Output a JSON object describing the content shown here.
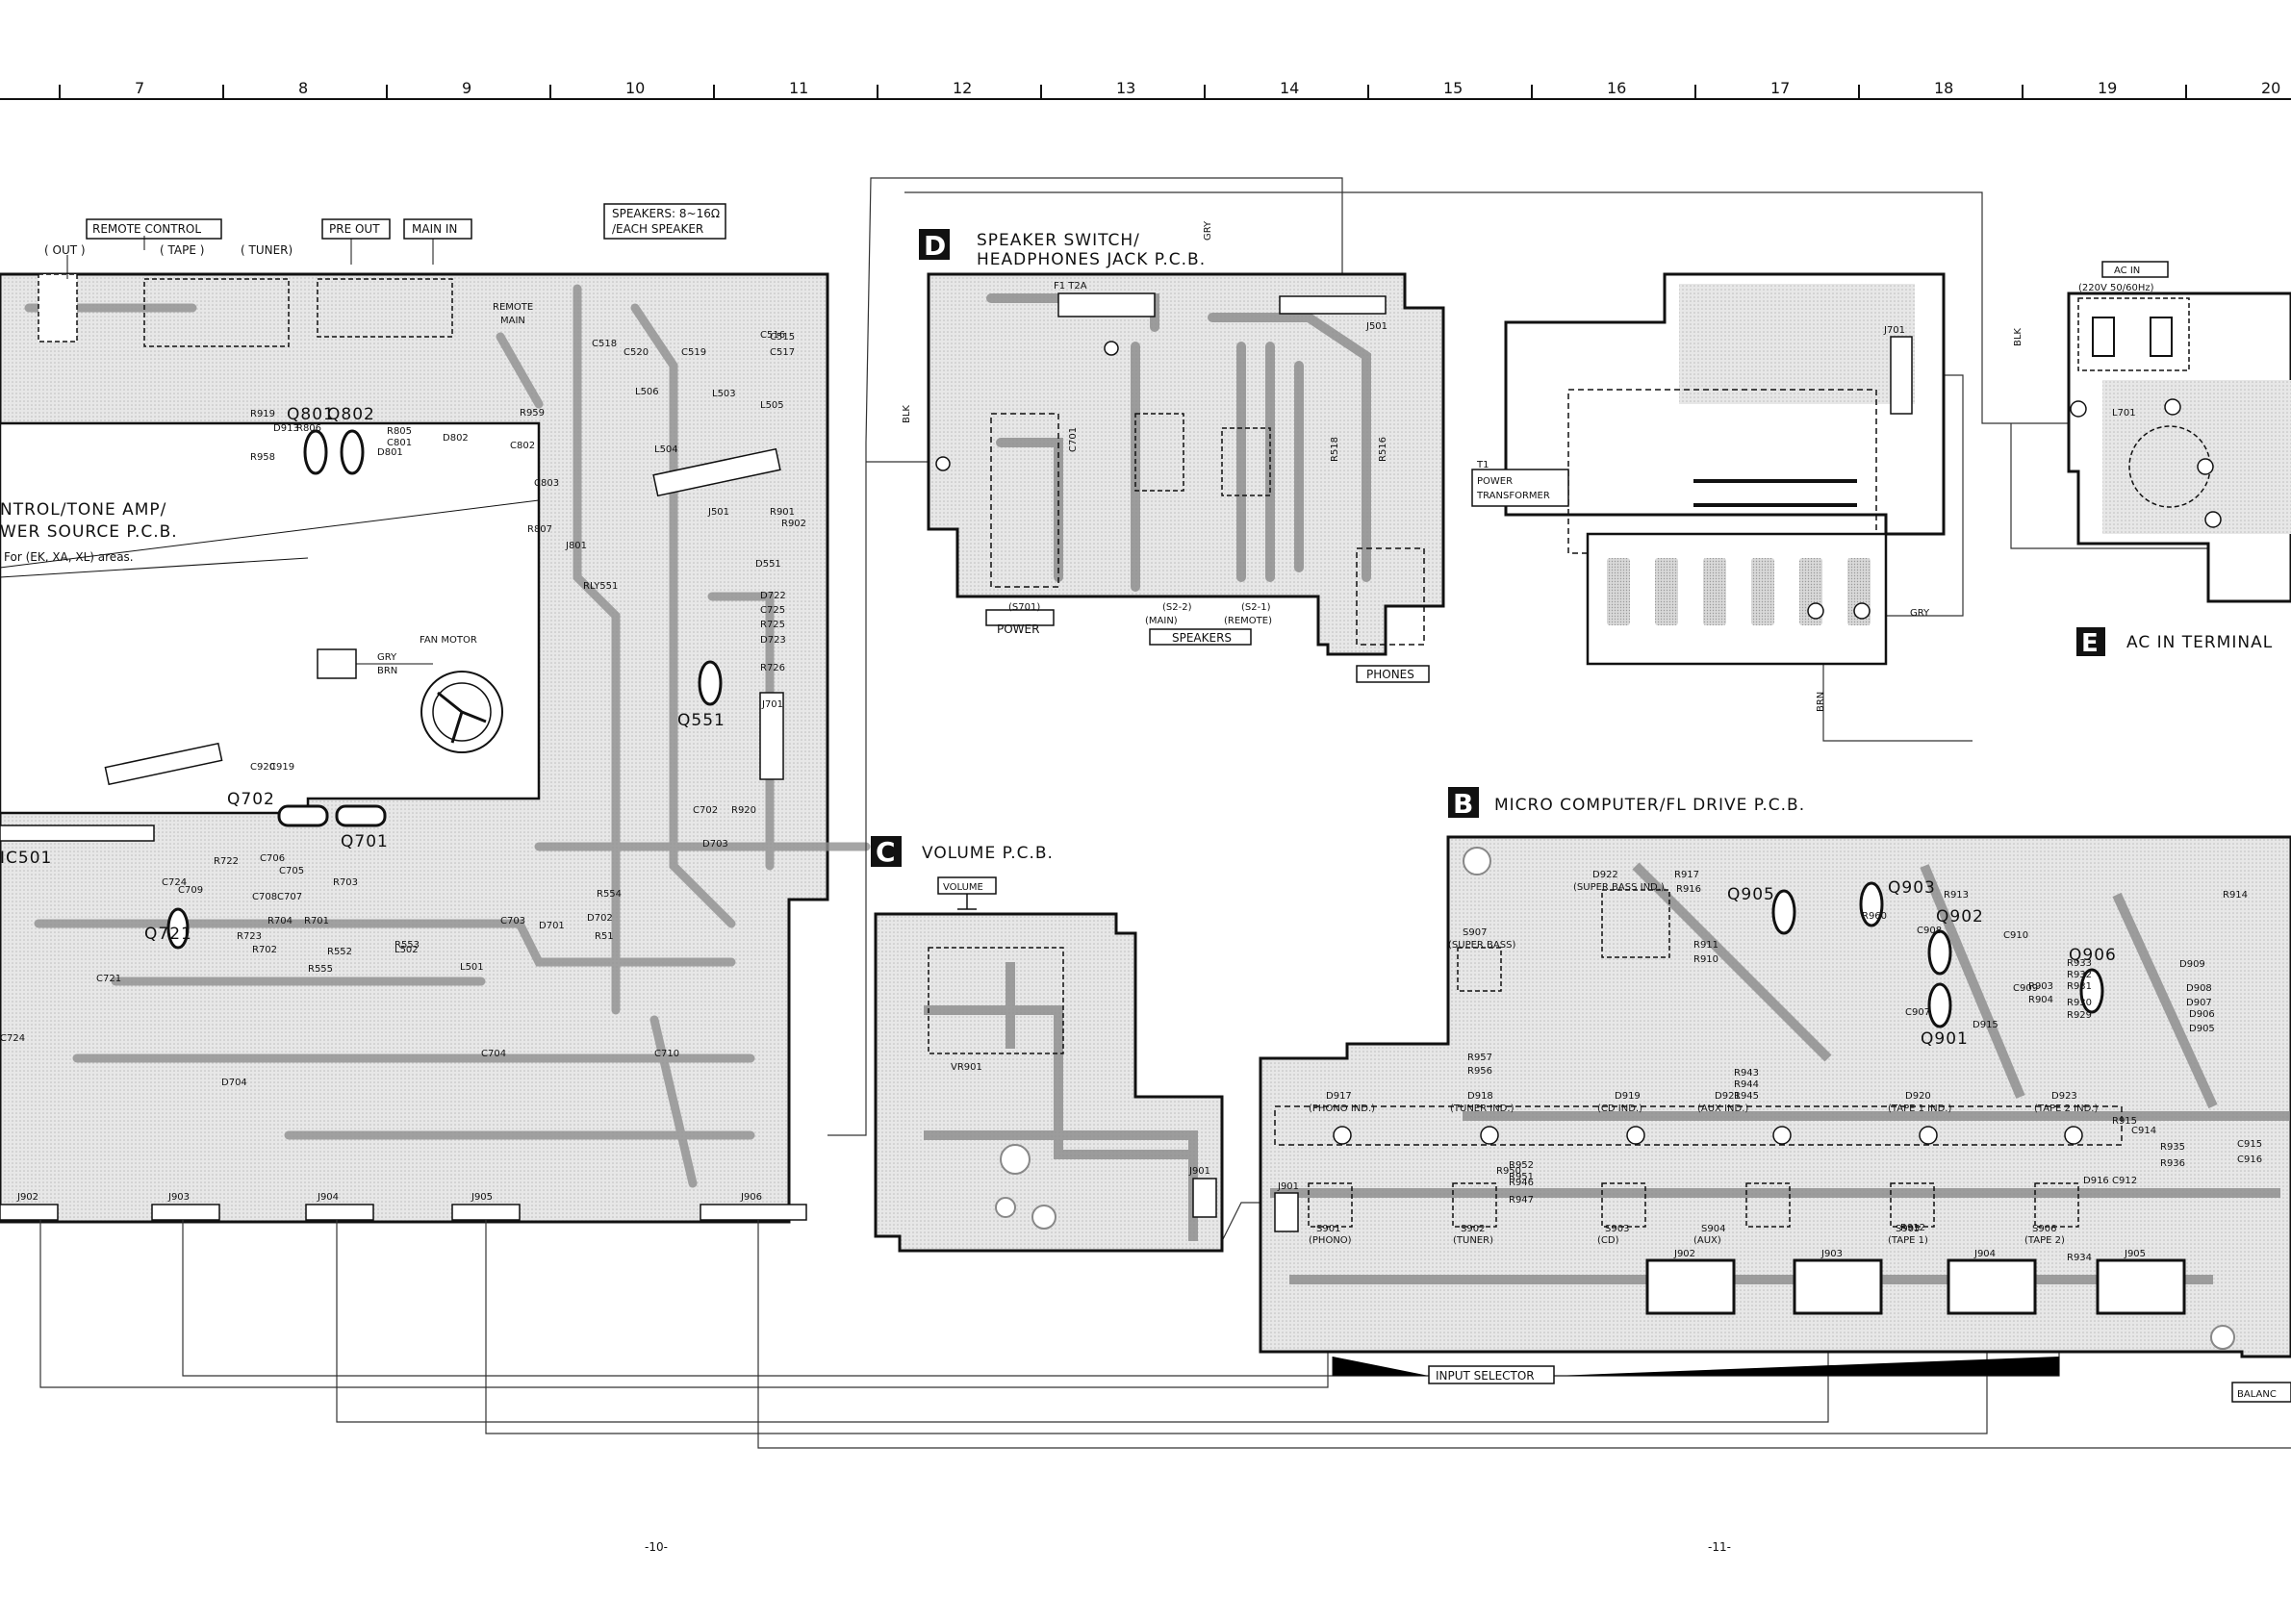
{
  "grid": {
    "columns": [
      "7",
      "8",
      "9",
      "10",
      "11",
      "12",
      "13",
      "14",
      "15",
      "16",
      "17",
      "18",
      "19",
      "20"
    ]
  },
  "page_numbers": {
    "left": "-10-",
    "right": "-11-"
  },
  "boards": {
    "amp": {
      "title_line1": "NTROL/TONE AMP/",
      "title_line2": "WER SOURCE P.C.B.",
      "note": "For (EK, XA, XL) areas.",
      "labels": {
        "remote_control": "REMOTE CONTROL",
        "out": "( OUT )",
        "tape": "( TAPE )",
        "tuner": "( TUNER)",
        "pre_out": "PRE OUT",
        "main_in": "MAIN IN",
        "speakers_line1": "SPEAKERS: 8~16Ω",
        "speakers_line2": "/EACH SPEAKER",
        "remote": "REMOTE",
        "main": "MAIN",
        "fan_motor": "FAN MOTOR",
        "gry": "GRY",
        "brn": "BRN",
        "ic501": "IC501",
        "j501": "J501",
        "j801": "J801",
        "j701": "J701",
        "rly551": "RLY551"
      },
      "transistors": [
        "Q801",
        "Q802",
        "Q702",
        "Q701",
        "Q721",
        "Q551"
      ],
      "components": [
        "R919",
        "D913",
        "R958",
        "R806",
        "R805",
        "C801",
        "D801",
        "D802",
        "C802",
        "R959",
        "C803",
        "R807",
        "L506",
        "L503",
        "L505",
        "L504",
        "C518",
        "C520",
        "C519",
        "C517",
        "C515",
        "C516",
        "R901",
        "R902",
        "D551",
        "D722",
        "C725",
        "R725",
        "D723",
        "R726",
        "C920",
        "C919",
        "R722",
        "C724",
        "C709",
        "C706",
        "C708",
        "C707",
        "C705",
        "R703",
        "R701",
        "R704",
        "R702",
        "R723",
        "R552",
        "R555",
        "L502",
        "R554",
        "R553",
        "D701",
        "D702",
        "R51",
        "L501",
        "C703",
        "C704",
        "C710",
        "D704",
        "D703",
        "C702",
        "R920",
        "C721",
        "C724"
      ],
      "jacks": [
        "J902",
        "J903",
        "J904",
        "J905",
        "J906"
      ]
    },
    "D": {
      "letter": "D",
      "title_line1": "SPEAKER SWITCH/",
      "title_line2": "HEADPHONES JACK P.C.B.",
      "labels": {
        "fuse": "F1  T2A",
        "j501": "J501",
        "c701": "C701",
        "r518": "R518",
        "r516": "R516",
        "s701": "(S701)",
        "power": "POWER",
        "s2_2": "(S2-2)",
        "main": "(MAIN)",
        "s2_1": "(S2-1)",
        "remote": "(REMOTE)",
        "speakers": "SPEAKERS",
        "phones": "PHONES",
        "blk": "BLK",
        "gry": "GRY"
      }
    },
    "transformer": {
      "t1": "T1",
      "line1": "POWER",
      "line2": "TRANSFORMER",
      "j701": "J701",
      "gry": "GRY",
      "brn": "BRN",
      "blk": "BLK"
    },
    "E": {
      "letter": "E",
      "title": "AC IN TERMINAL",
      "ac_in": "AC IN",
      "ac_spec": "(220V 50/60Hz)",
      "l701": "L701"
    },
    "C": {
      "letter": "C",
      "title": "VOLUME P.C.B.",
      "volume": "VOLUME",
      "vr901": "VR901",
      "j901": "J901"
    },
    "B": {
      "letter": "B",
      "title": "MICRO COMPUTER/FL DRIVE P.C.B.",
      "input_selector": "INPUT SELECTOR",
      "balance": "BALANC",
      "transistors": [
        "Q905",
        "Q903",
        "Q902",
        "Q906",
        "Q901"
      ],
      "indicators": [
        {
          "ref": "D917",
          "name": "(PHONO IND.)"
        },
        {
          "ref": "D918",
          "name": "(TUNER IND.)"
        },
        {
          "ref": "D919",
          "name": "(CD IND.)"
        },
        {
          "ref": "D921",
          "name": "(AUX IND.)"
        },
        {
          "ref": "D920",
          "name": "(TAPE 1 IND.)"
        },
        {
          "ref": "D923",
          "name": "(TAPE 2 IND.)"
        }
      ],
      "switches": [
        {
          "ref": "S901",
          "name": "(PHONO)"
        },
        {
          "ref": "S902",
          "name": "(TUNER)"
        },
        {
          "ref": "S903",
          "name": "(CD)"
        },
        {
          "ref": "S904",
          "name": "(AUX)"
        },
        {
          "ref": "S905",
          "name": "(TAPE 1)"
        },
        {
          "ref": "S906",
          "name": "(TAPE 2)"
        }
      ],
      "super_bass": {
        "d922": "D922",
        "d922_name": "(SUPER BASS IND.)",
        "s907": "S907",
        "s907_name": "(SUPER BASS)"
      },
      "components": [
        "R917",
        "R916",
        "R913",
        "R914",
        "R960",
        "R911",
        "R910",
        "R957",
        "R956",
        "R950",
        "R952",
        "R951",
        "R946",
        "R947",
        "R943",
        "R944",
        "R945",
        "R912",
        "R934",
        "R933",
        "R932",
        "R931",
        "R903",
        "R904",
        "R930",
        "R929",
        "R915",
        "R935",
        "R936",
        "C908",
        "C910",
        "C909",
        "C907",
        "C915",
        "C916",
        "D909",
        "D908",
        "D907",
        "D906",
        "D905",
        "D915",
        "D916",
        "C912",
        "C914"
      ],
      "jacks": [
        "J901",
        "J902",
        "J903",
        "J904",
        "J905"
      ]
    }
  }
}
